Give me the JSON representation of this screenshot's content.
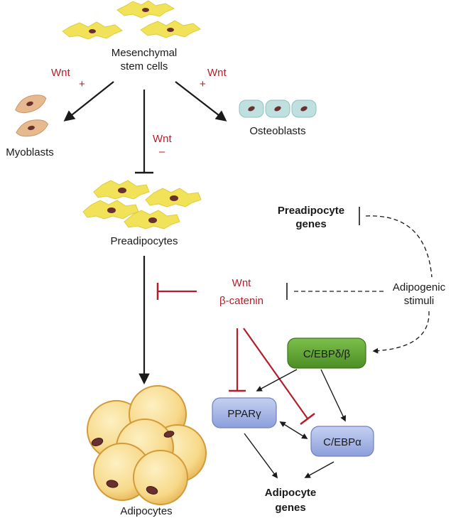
{
  "colors": {
    "red": "#b41e2a",
    "green_node": "#5a9e2e",
    "blue_node": "#9fb1e3",
    "stem_cell": "#f2e25a",
    "myoblast": "#e7b98f",
    "osteoblast": "#bfe0de",
    "adipocyte": "#f7d98a",
    "nucleus": "#6a2f2f"
  },
  "cells": {
    "msc": "Mesenchymal stem cells",
    "myoblasts": "Myoblasts",
    "osteoblasts": "Osteoblasts",
    "preadipocytes": "Preadipocytes",
    "adipocytes": "Adipocytes"
  },
  "signals": {
    "wnt_left": "Wnt",
    "wnt_left_sign": "+",
    "wnt_right": "Wnt",
    "wnt_right_sign": "+",
    "wnt_center": "Wnt",
    "wnt_center_sign": "–",
    "wnt_bc_line1": "Wnt",
    "wnt_bc_line2": "β-catenin"
  },
  "genes": {
    "preadipocyte_line1": "Preadipocyte",
    "preadipocyte_line2": "genes",
    "adipocyte_line1": "Adipocyte",
    "adipocyte_line2": "genes"
  },
  "stimuli": {
    "line1": "Adipogenic",
    "line2": "stimuli"
  },
  "nodes": {
    "cebp_db": "C/EBPδ/β",
    "ppar": "PPARγ",
    "cebp_a": "C/EBPα"
  }
}
